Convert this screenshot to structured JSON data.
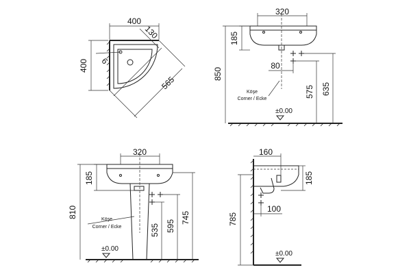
{
  "views": {
    "top": {
      "width": "400",
      "depth": "400",
      "offset": "130",
      "hole": "6",
      "diagonal": "565"
    },
    "wall_front": {
      "basin_width": "320",
      "basin_height": "185",
      "total_height": "850",
      "waste_offset": "80",
      "supply_height": "575",
      "supply_height_2": "635",
      "label_tr": "Köşe",
      "label_en_de": "Corner / Ecke",
      "level": "±0.00"
    },
    "pedestal_front": {
      "basin_width": "320",
      "basin_height": "185",
      "total_height": "810",
      "waste_height": "535",
      "supply_height": "595",
      "supply_height_2": "745",
      "label_tr": "Köşe",
      "label_en_de": "Corner / Ecke",
      "level": "±0.00"
    },
    "side": {
      "depth": "160",
      "basin_height": "185",
      "total_height": "785",
      "trap_offset": "100",
      "level": "±0.00"
    }
  }
}
